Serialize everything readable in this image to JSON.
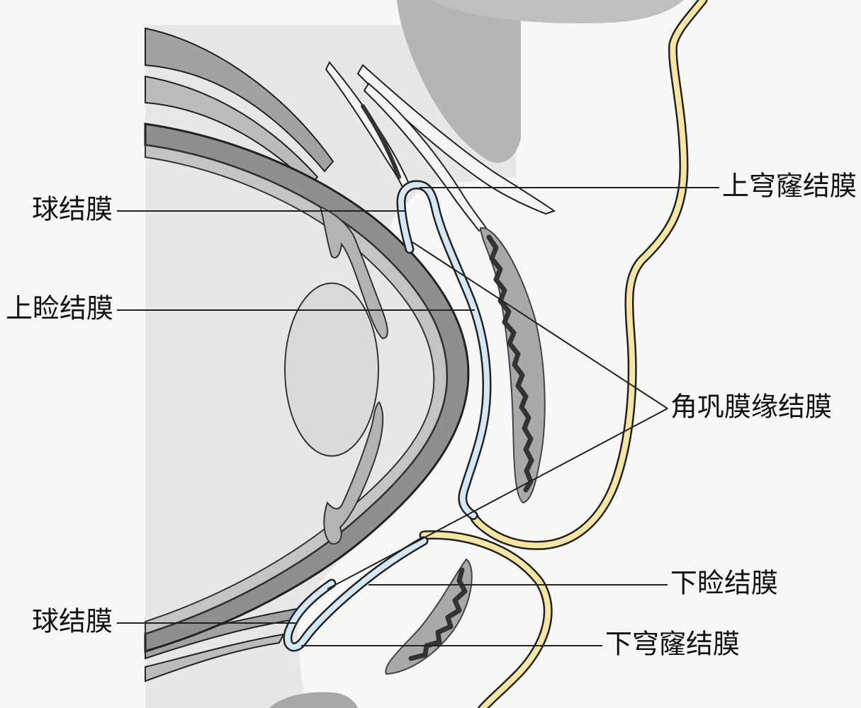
{
  "figure": {
    "labels": {
      "upper_fornix": "上穹窿结膜",
      "bulbar_upper": "球结膜",
      "upper_palpebral": "上睑结膜",
      "limbal": "角巩膜缘结膜",
      "lower_palpebral": "下睑结膜",
      "bulbar_lower": "球结膜",
      "lower_fornix": "下穹窿结膜"
    }
  },
  "colors": {
    "conjunctiva": "#d3e7f4",
    "skin": "#f5e6a3",
    "tarsus": "#a9a9a9",
    "outline": "#222222"
  }
}
